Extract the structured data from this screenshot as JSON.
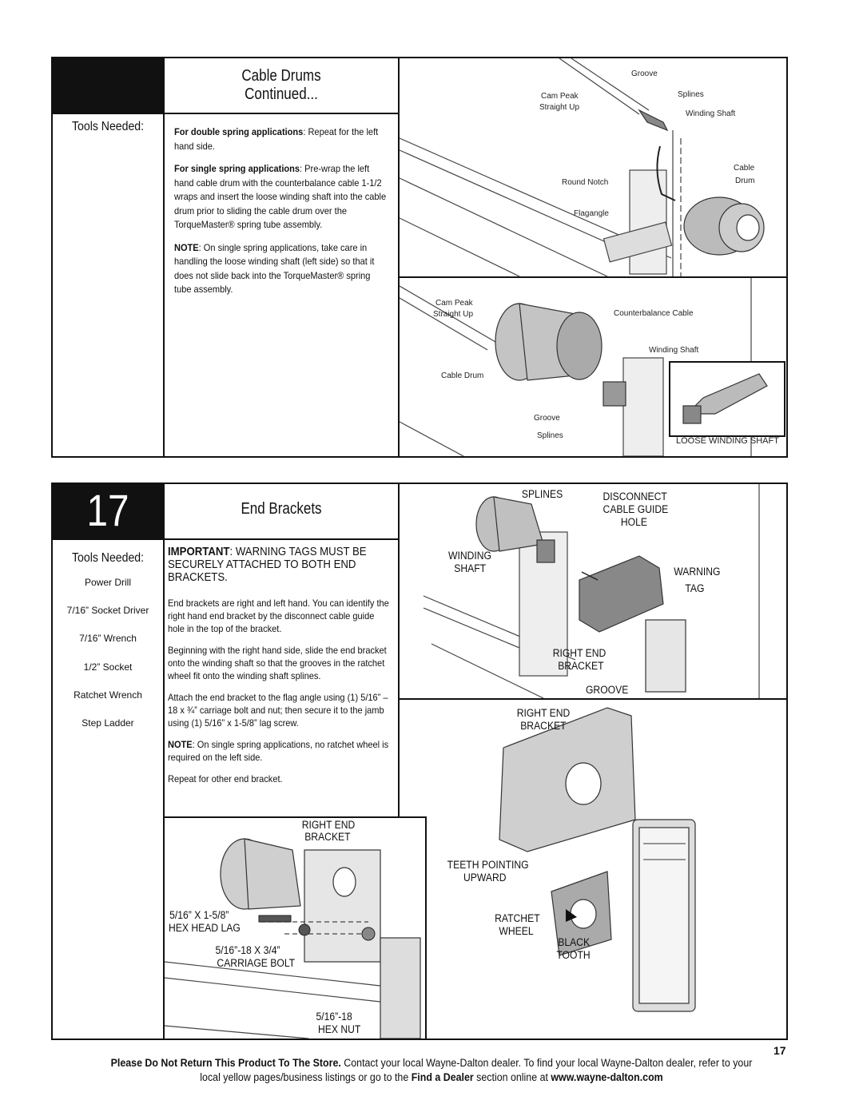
{
  "section1": {
    "title_line1": "Cable Drums",
    "title_line2": "Continued...",
    "tools_heading": "Tools Needed:",
    "para1_bold": "For double spring applications",
    "para1_rest": ": Repeat for the left hand side.",
    "para2_bold": "For single spring applications",
    "para2_rest": ": Pre-wrap the left hand cable drum with the counterbalance cable 1-1/2 wraps and insert the loose winding shaft into the cable drum prior to sliding the cable drum over the TorqueMaster® spring tube assembly.",
    "note_bold": "NOTE",
    "note_rest": ": On single spring applications, take care in handling the loose winding shaft (left side) so that it does not slide back into the TorqueMaster® spring tube assembly.",
    "fig_top_labels": {
      "groove": "Groove",
      "cam_peak": "Cam Peak",
      "straight_up": "Straight Up",
      "splines": "Splines",
      "winding_shaft": "Winding Shaft",
      "cable": "Cable",
      "drum": "Drum",
      "round_notch": "Round Notch",
      "flagangle": "Flagangle"
    },
    "fig_bottom_labels": {
      "cam_peak": "Cam Peak",
      "straight_up": "Straight Up",
      "counterbalance_cable": "Counterbalance Cable",
      "winding_shaft": "Winding Shaft",
      "cable_drum": "Cable Drum",
      "groove": "Groove",
      "splines": "Splines",
      "loose_winding_shaft": "LOOSE WINDING SHAFT"
    }
  },
  "section2": {
    "step_number": "17",
    "title": "End Brackets",
    "tools_heading": "Tools Needed:",
    "tools": [
      "Power Drill",
      "7/16” Socket Driver",
      "7/16” Wrench",
      "1/2” Socket",
      "Ratchet Wrench",
      "Step Ladder"
    ],
    "important_bold": "IMPORTANT",
    "important_rest": ": WARNING TAGS MUST BE SECURELY ATTACHED TO BOTH END BRACKETS.",
    "para1": "End brackets are right and left hand. You can identify the right hand end bracket by the disconnect cable guide hole in the top of the bracket.",
    "para2": "Beginning with the right hand side, slide the end bracket onto the winding shaft so that the grooves in the ratchet wheel fit onto the winding shaft splines.",
    "para3": "Attach the end bracket to the flag angle using (1) 5/16” – 18 x ¾” carriage bolt and nut; then secure it to the jamb using (1) 5/16” x 1-5/8” lag screw.",
    "note_bold": "NOTE",
    "note_rest": ": On single spring applications, no ratchet wheel is required on the left side.",
    "para4": "Repeat for other end bracket.",
    "fig_top_labels": {
      "splines": "SPLINES",
      "disconnect": "DISCONNECT",
      "cable_guide": "CABLE GUIDE",
      "hole": "HOLE",
      "winding": "WINDING",
      "shaft": "SHAFT",
      "warning": "WARNING",
      "tag": "TAG",
      "right_end": "RIGHT END",
      "bracket": "BRACKET",
      "groove": "GROOVE"
    },
    "fig_right_labels": {
      "right_end": "RIGHT END",
      "bracket": "BRACKET",
      "teeth_pointing": "TEETH POINTING",
      "upward": "UPWARD",
      "ratchet": "RATCHET",
      "wheel": "WHEEL",
      "black": "BLACK",
      "tooth": "TOOTH"
    },
    "fig_left_labels": {
      "right_end": "RIGHT END",
      "bracket": "BRACKET",
      "lag_size": "5/16” X 1-5/8”",
      "hex_head_lag": "HEX HEAD LAG",
      "bolt_size": "5/16”-18 X 3/4”",
      "carriage_bolt": "CARRIAGE BOLT",
      "nut_size": "5/16”-18",
      "hex_nut": "HEX NUT"
    }
  },
  "footer": {
    "page_number": "17",
    "bold_lead": "Please Do Not Return This Product To The Store.",
    "line1_rest": " Contact your local Wayne-Dalton dealer. To find your local Wayne-Dalton dealer, refer to your",
    "line2_start": "local yellow pages/business listings or go to the ",
    "find_dealer": "Find a Dealer",
    "line2_mid": " section online at ",
    "url": "www.wayne-dalton.com"
  }
}
